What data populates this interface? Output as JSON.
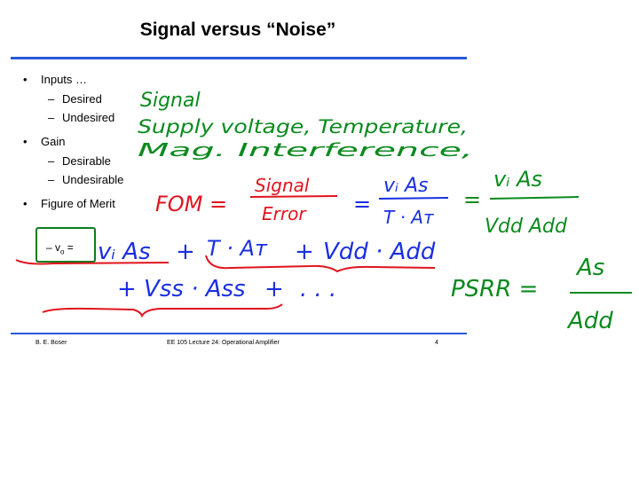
{
  "slide": {
    "title": "Signal versus “Noise”",
    "bullets": [
      {
        "text": "Inputs …",
        "sub": [
          "Desired",
          "Undesired"
        ]
      },
      {
        "text": "Gain",
        "sub": [
          "Desirable",
          "Undesirable"
        ]
      },
      {
        "text": "Figure of Merit",
        "sub": []
      }
    ],
    "vo_line": "–  v",
    "vo_subscript": "o",
    "vo_equals": " =",
    "footer": {
      "author": "B. E. Boser",
      "course": "EE 105 Lecture 24: Operational Amplifier",
      "page": "4"
    }
  },
  "handwriting": {
    "green_lines": [
      "Signal",
      "Supply voltage, Temperature,",
      "Mag. Interference,"
    ],
    "red_fom": "FOM = Signal / Error",
    "blue_fom": "= vi As / T·AT",
    "green_fom": "= vi As / Vdd Add",
    "blue_vo": "vi As + T·AT + Vdd·Add",
    "blue_vo2": "+ Vss·Ass + …",
    "green_psrr": "PSRR = As / Add"
  },
  "colors": {
    "rule": "#2a5bd7",
    "green": "#0b8a1e",
    "red": "#e0141e",
    "blue": "#1a2fe0"
  }
}
